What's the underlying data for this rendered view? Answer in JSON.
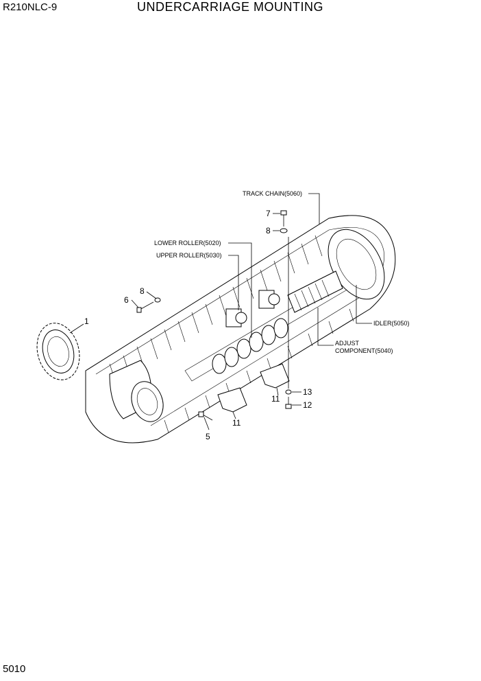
{
  "header": {
    "model": "R210NLC-9",
    "title": "UNDERCARRIAGE MOUNTING"
  },
  "footer": {
    "page_number": "5010"
  },
  "callouts": {
    "track_chain": "TRACK CHAIN(5060)",
    "lower_roller": "LOWER ROLLER(5020)",
    "upper_roller": "UPPER ROLLER(5030)",
    "idler": "IDLER(5050)",
    "adjust_line1": "ADJUST",
    "adjust_line2": "COMPONENT(5040)"
  },
  "part_numbers": {
    "p1": "1",
    "p5": "5",
    "p6": "6",
    "p7": "7",
    "p8a": "8",
    "p8b": "8",
    "p11a": "11",
    "p11b": "11",
    "p12": "12",
    "p13": "13"
  }
}
